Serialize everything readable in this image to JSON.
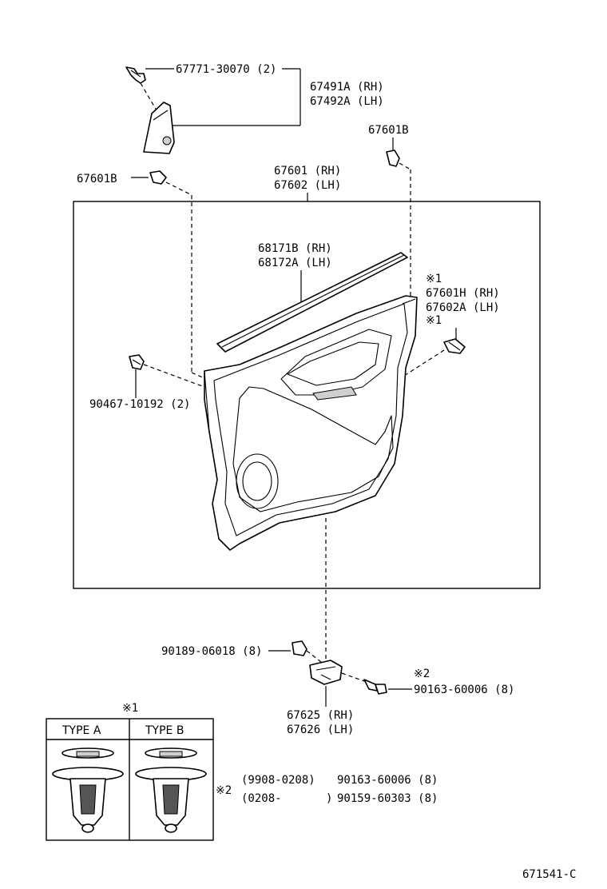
{
  "labels": {
    "clip_top": "67771-30070 (2)",
    "cover_rh": "67491A (RH)",
    "cover_lh": "67492A (LH)",
    "clip_b_right": "67601B",
    "clip_b_left": "67601B",
    "board_rh": "67601 (RH)",
    "board_lh": "67602 (LH)",
    "weather_rh": "68171B (RH)",
    "weather_lh": "68172A (LH)",
    "note1_a": "※1",
    "clip_h_rh": "67601H (RH)",
    "clip_a_lh": "67602A (LH)",
    "note1_b": "※1",
    "clip_left": "90467-10192 (2)",
    "nut": "90189-06018 (8)",
    "note2": "※2",
    "screw": "90163-60006 (8)",
    "bracket_rh": "67625 (RH)",
    "bracket_lh": "67626 (LH)",
    "note1_c": "※1",
    "type_a": "TYPE A",
    "type_b": "TYPE B",
    "note2_b": "※2",
    "date_range_1": "(9908-0208)",
    "part_range_1": "90163-60006 (8)",
    "date_range_2_start": "(0208-",
    "date_range_2_end": ")",
    "part_range_2": "90159-60303 (8)",
    "diagram_code": "671541-C"
  }
}
